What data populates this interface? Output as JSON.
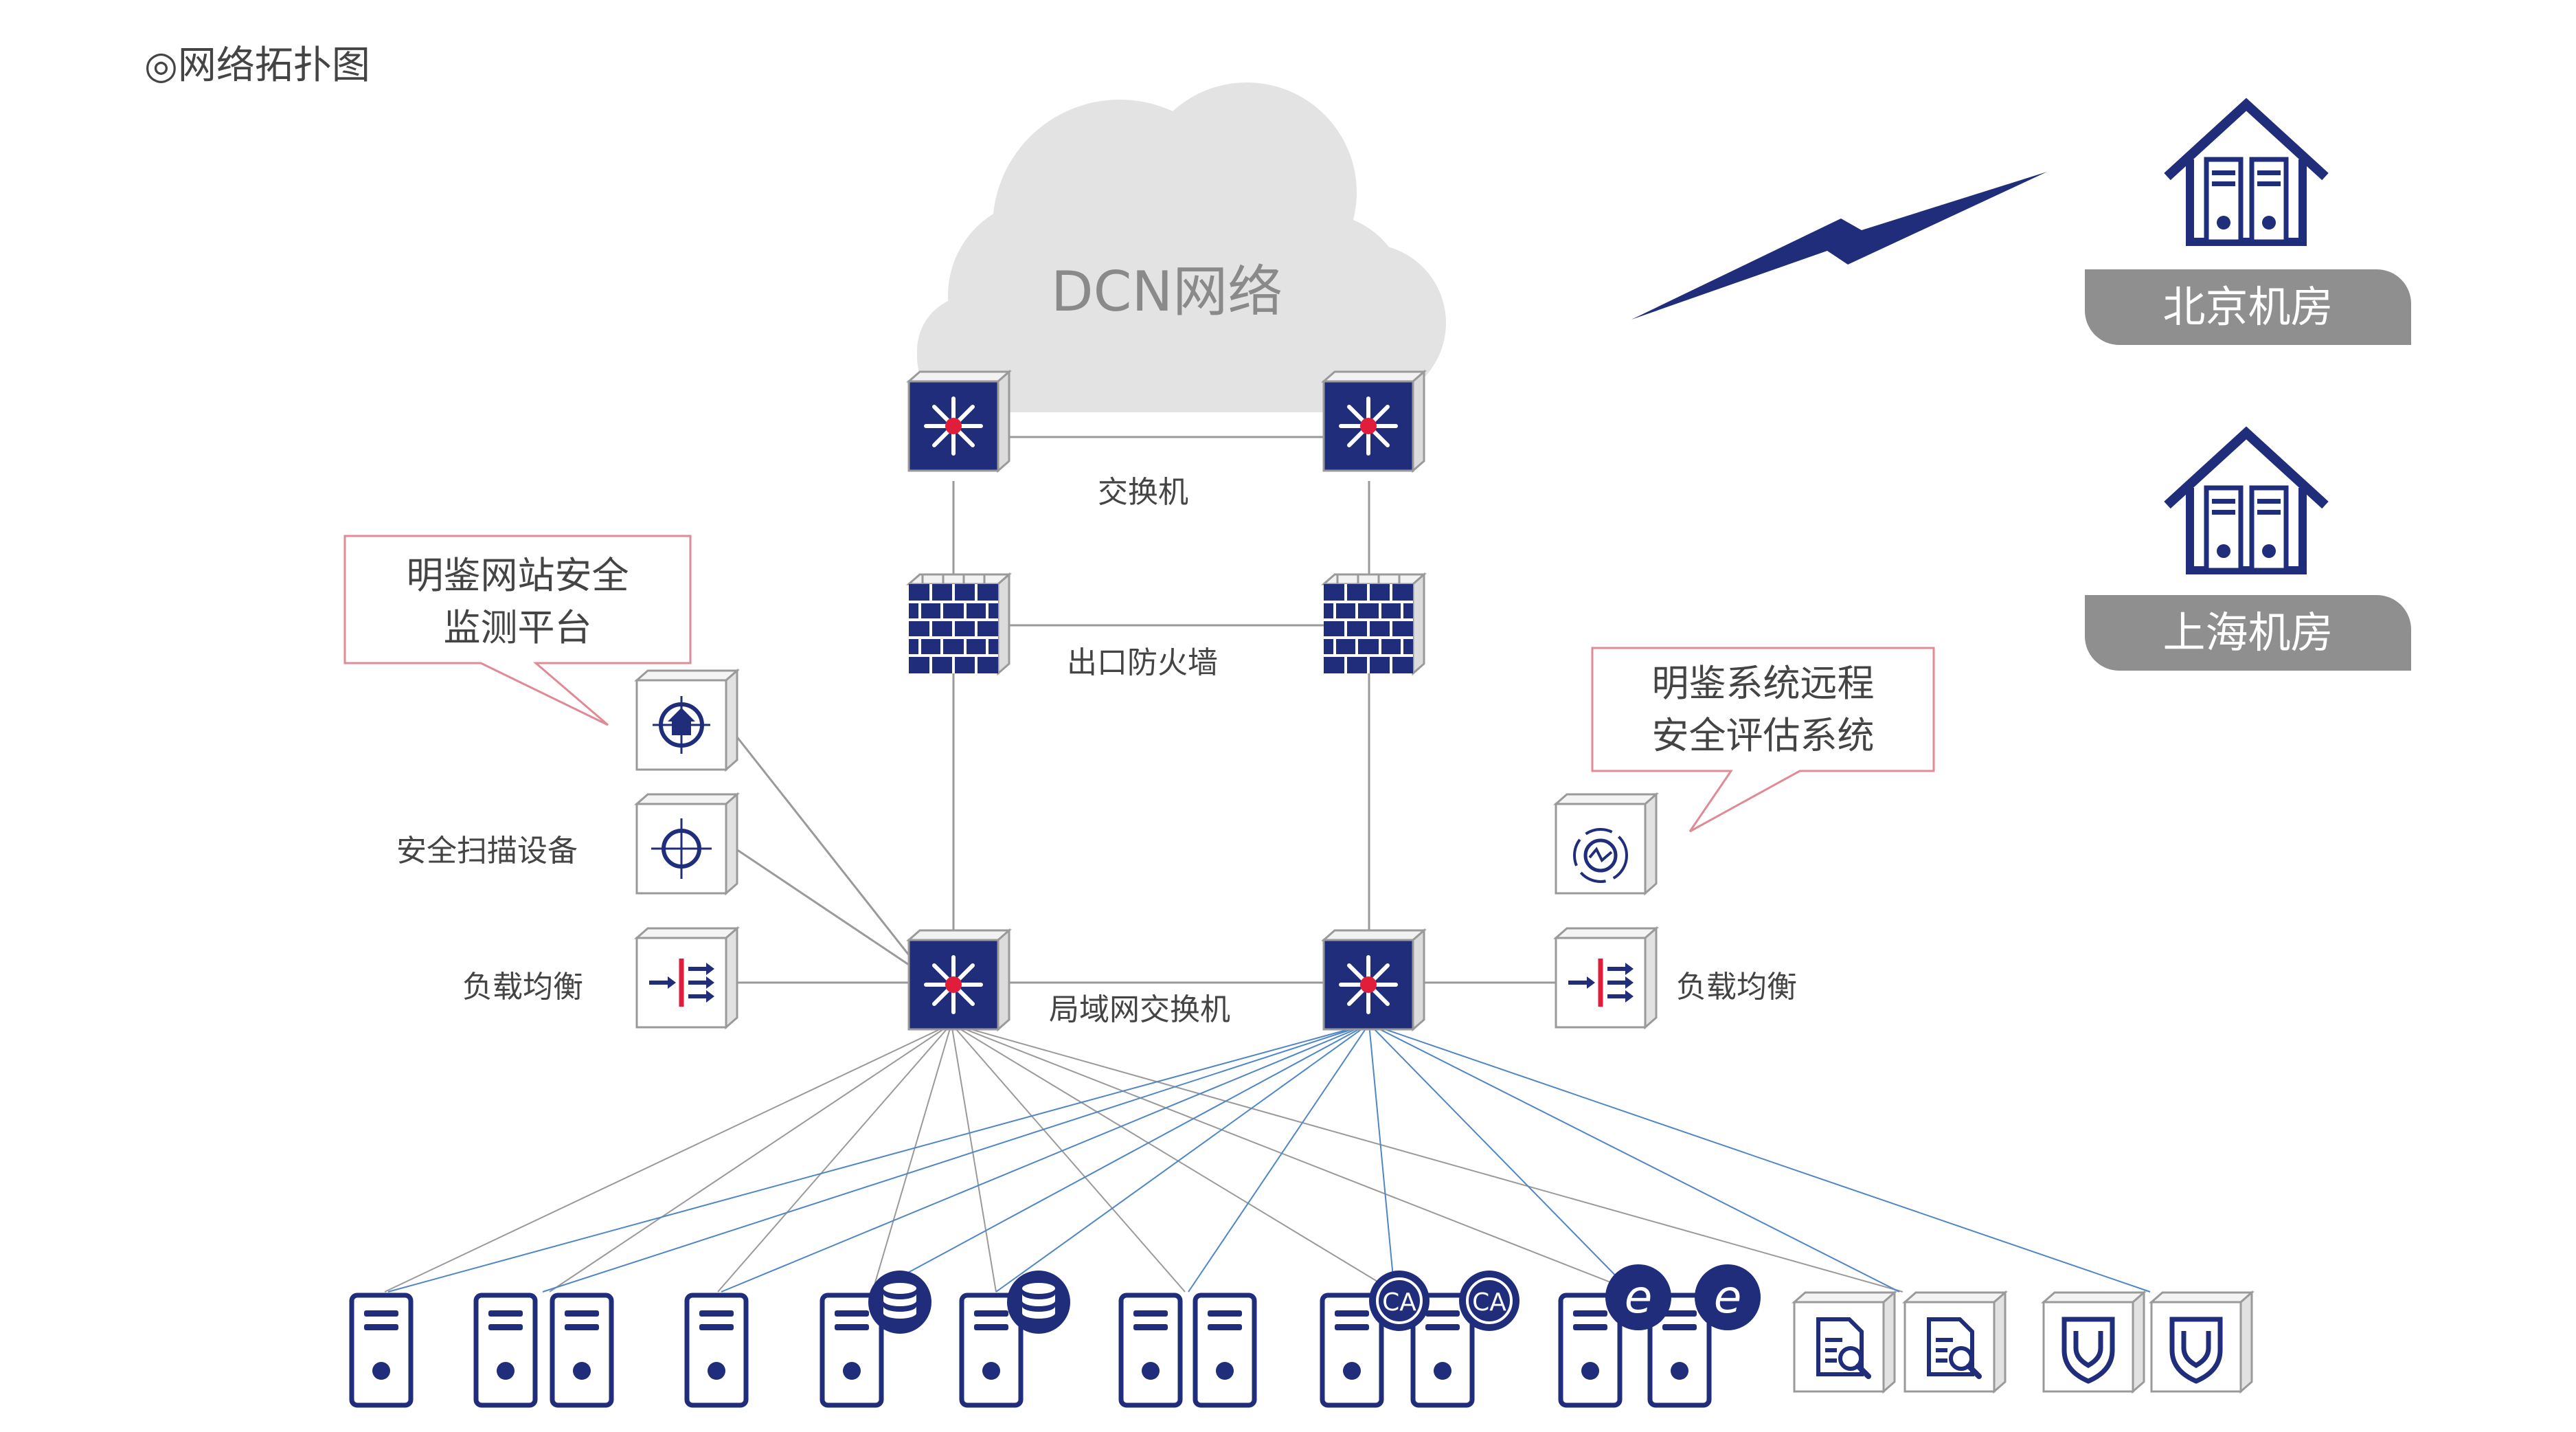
{
  "page_title": "◎网络拓扑图",
  "cloud": {
    "label": "DCN网络"
  },
  "rooms": [
    {
      "name": "北京机房"
    },
    {
      "name": "上海机房"
    }
  ],
  "labels": {
    "switch": "交换机",
    "firewall": "出口防火墙",
    "lan_switch": "局域网交换机",
    "scanner": "安全扫描设备",
    "lb_left": "负载均衡",
    "lb_right": "负载均衡"
  },
  "callouts": {
    "left": {
      "line1": "明鉴网站安全",
      "line2": "监测平台"
    },
    "right": {
      "line1": "明鉴系统远程",
      "line2": "安全评估系统"
    }
  },
  "server_badges": [
    "CA",
    "CA",
    "e",
    "e"
  ],
  "colors": {
    "navy": "#1f2d7a",
    "gray_line": "#9a9a9a",
    "blue_line": "#4f86c6",
    "callout_border": "#e08a96",
    "cloud": "#e3e3e3"
  }
}
